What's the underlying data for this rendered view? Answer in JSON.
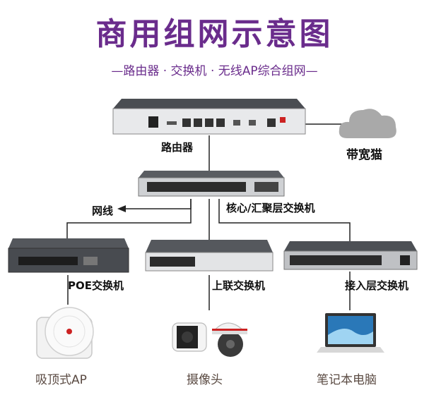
{
  "title": "商用组网示意图",
  "subtitle": "—路由器 · 交换机 · 无线AP综合组网—",
  "nodes": {
    "router": "路由器",
    "broadband_modem": "带宽猫",
    "core_switch": "核心/汇聚层交换机",
    "network_cable": "网线",
    "poe_switch": "POE交换机",
    "uplink_switch": "上联交换机",
    "access_switch": "接入层交换机",
    "ceiling_ap": "吸顶式AP",
    "camera": "摄像头",
    "laptop": "笔记本电脑"
  },
  "colors": {
    "title": "#6a2c8c",
    "device_label": "#5a4a42",
    "line": "#222222"
  }
}
